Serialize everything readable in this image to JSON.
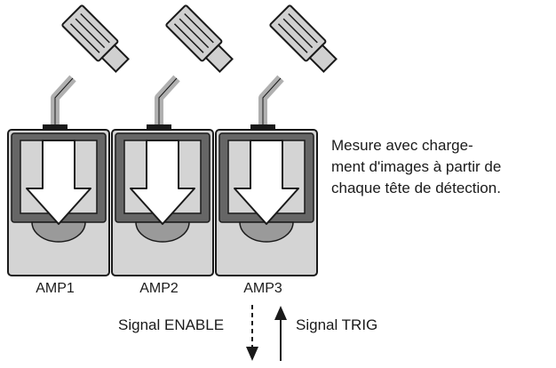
{
  "amplifiers": [
    {
      "label": "AMP1"
    },
    {
      "label": "AMP2"
    },
    {
      "label": "AMP3"
    }
  ],
  "description": {
    "line1": "Mesure avec charge-",
    "line2": "ment d'images à partir de",
    "line3": "chaque tête de détection."
  },
  "signals": {
    "enable": {
      "label": "Signal ENABLE",
      "direction": "down",
      "style": "dashed"
    },
    "trig": {
      "label": "Signal TRIG",
      "direction": "up",
      "style": "solid"
    }
  },
  "colors": {
    "body_dark": "#666666",
    "body_light": "#d4d4d4",
    "outline": "#1a1a1a",
    "arrow_fill": "#ffffff",
    "sensor_head": "#d0d0d0",
    "cable": "#b0b0b0"
  }
}
